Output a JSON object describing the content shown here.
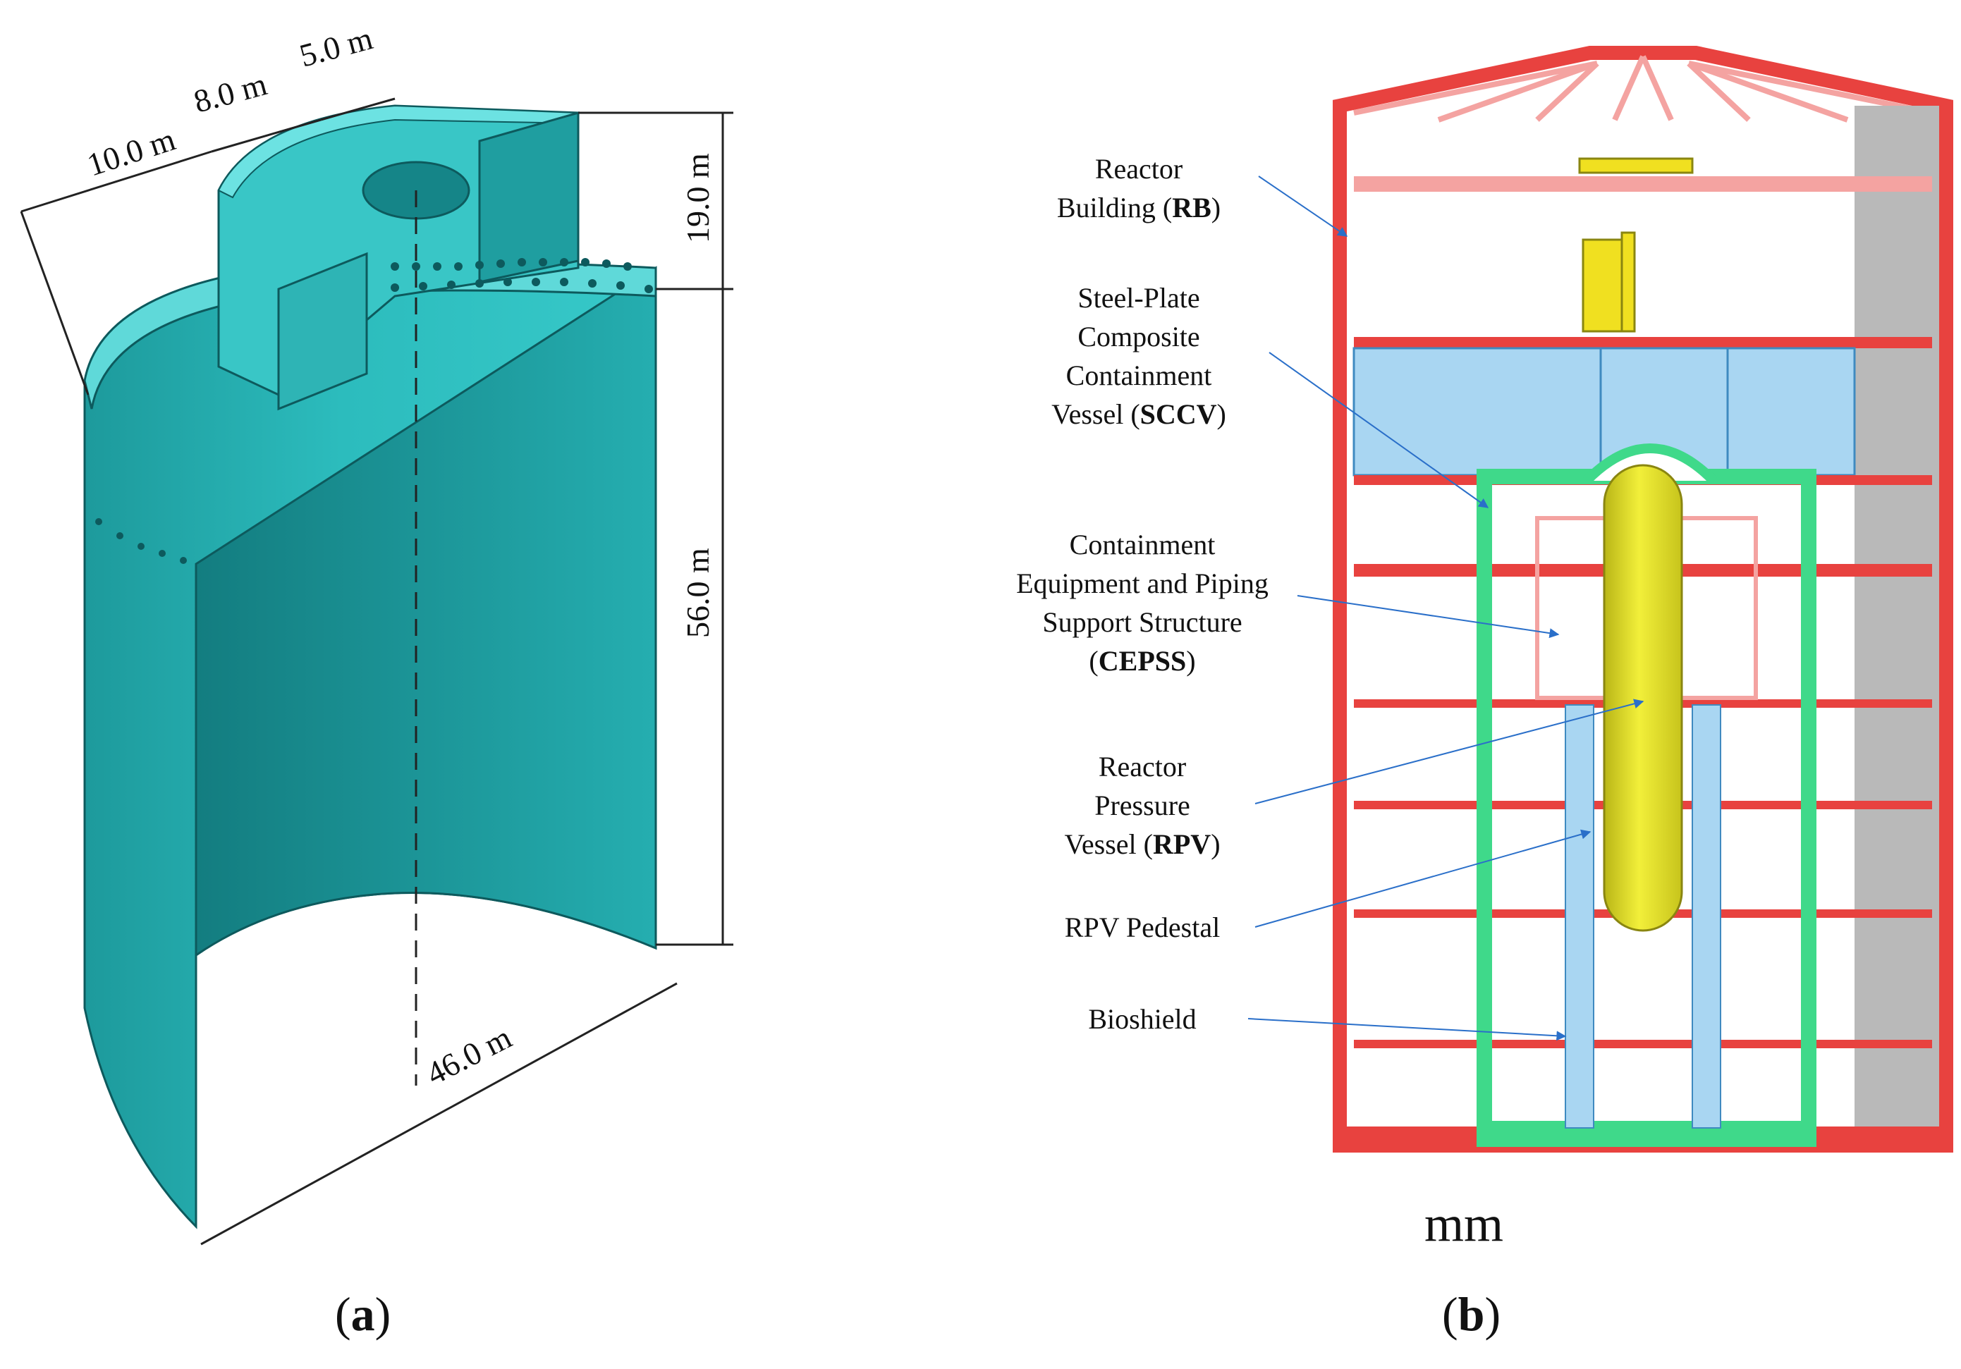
{
  "panel_a": {
    "label_open": "(",
    "label_letter": "a",
    "label_close": ")",
    "dimensions": {
      "top_depth_1": "10.0 m",
      "top_depth_2": "8.0 m",
      "top_depth_3": "5.0 m",
      "upper_height": "19.0 m",
      "main_height": "56.0 m",
      "diameter": "46.0 m"
    },
    "colors": {
      "fill_light": "#4fd2d2",
      "fill_mid": "#2bb6b8",
      "fill_dark": "#1a8c90",
      "edge": "#0d5a5d"
    }
  },
  "panel_b": {
    "label_open": "(",
    "label_letter": "b",
    "label_close": ")",
    "unit": "mm",
    "callouts": [
      {
        "lines": [
          "Reactor"
        ],
        "last_prefix": "Building (",
        "abbr": "RB",
        "last_suffix": ")"
      },
      {
        "lines": [
          "Steel-Plate",
          "Composite",
          "Containment"
        ],
        "last_prefix": "Vessel (",
        "abbr": "SCCV",
        "last_suffix": ")"
      },
      {
        "lines": [
          "Containment",
          "Equipment and Piping",
          "Support Structure"
        ],
        "last_prefix": "(",
        "abbr": "CEPSS",
        "last_suffix": ")"
      },
      {
        "lines": [
          "Reactor",
          "Pressure"
        ],
        "last_prefix": "Vessel (",
        "abbr": "RPV",
        "last_suffix": ")"
      },
      {
        "lines": [],
        "last_prefix": "RPV Pedestal",
        "abbr": "",
        "last_suffix": ""
      },
      {
        "lines": [],
        "last_prefix": "Bioshield",
        "abbr": "",
        "last_suffix": ""
      }
    ],
    "colors": {
      "building": "#e8423f",
      "building_light": "#f4a3a1",
      "containment": "#3fd98a",
      "water": "#a9d6f2",
      "rpv": "#e6e321",
      "crane": "#f0e020",
      "arrow": "#2a6fc9"
    }
  }
}
